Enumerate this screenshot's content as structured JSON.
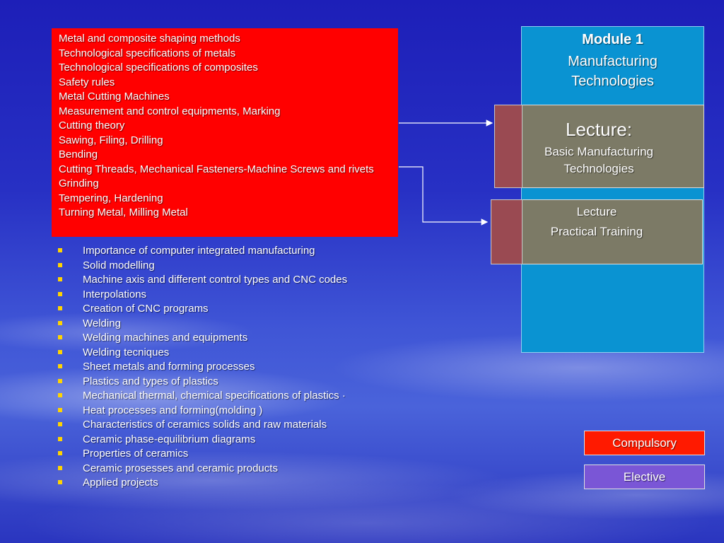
{
  "topics_box": {
    "items": [
      "Metal and composite shaping methods",
      "Technological specifications of metals",
      "Technological specifications of composites",
      "Safety rules",
      "Metal Cutting Machines",
      "Measurement and control equipments, Marking",
      "Cutting theory",
      "Sawing, Filing, Drilling",
      "Bending",
      "Cutting Threads, Mechanical Fasteners-Machine Screws and rivets",
      "Grinding",
      "Tempering, Hardening",
      "Turning Metal, Milling Metal"
    ]
  },
  "bullet_list": {
    "items": [
      "Importance of computer integrated manufacturing",
      "Solid modelling",
      "Machine axis and different control types and CNC codes",
      "Interpolations",
      "Creation of CNC programs",
      "Welding",
      "Welding machines and equipments",
      "Welding tecniques",
      "Sheet metals and forming processes",
      "Plastics and types of plastics",
      "Mechanical thermal, chemical specifications of plastics ·",
      "Heat processes and forming(molding )",
      "Characteristics of ceramics solids and raw materials",
      "Ceramic phase-equilibrium diagrams",
      "Properties of ceramics",
      "Ceramic prosesses and ceramic products",
      "Applied projects"
    ]
  },
  "module": {
    "title": "Module 1",
    "subtitle_line1": "Manufacturing",
    "subtitle_line2": "Technologies"
  },
  "lecture_box_1": {
    "title": "Lecture:",
    "desc_line1": "Basic Manufacturing",
    "desc_line2": "Technologies"
  },
  "lecture_box_2": {
    "line1": "Lecture",
    "line2": "Practical Training"
  },
  "legend": {
    "compulsory": "Compulsory",
    "elective": "Elective"
  },
  "colors": {
    "compulsory": "#ff1a00",
    "elective": "#7a56d6",
    "module_panel": "#0a93d2",
    "bullet": "#ffd400"
  }
}
